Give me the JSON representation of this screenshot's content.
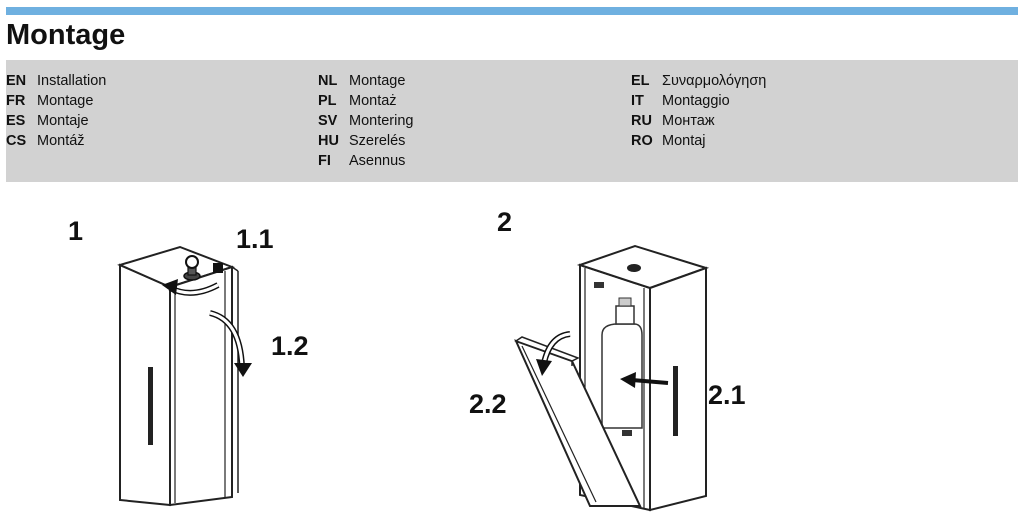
{
  "title": "Montage",
  "languages": [
    [
      {
        "code": "EN",
        "label": "Installation"
      },
      {
        "code": "FR",
        "label": "Montage"
      },
      {
        "code": "ES",
        "label": "Montaje"
      },
      {
        "code": "CS",
        "label": "Montáž"
      }
    ],
    [
      {
        "code": "NL",
        "label": "Montage"
      },
      {
        "code": "PL",
        "label": "Montaż"
      },
      {
        "code": "SV",
        "label": "Montering"
      },
      {
        "code": "HU",
        "label": "Szerelés"
      },
      {
        "code": "FI",
        "label": "Asennus"
      }
    ],
    [
      {
        "code": "EL",
        "label": "Συναρμολόγηση"
      },
      {
        "code": "IT",
        "label": "Montaggio"
      },
      {
        "code": "RU",
        "label": "Монтаж"
      },
      {
        "code": "RO",
        "label": "Montaj"
      }
    ]
  ],
  "steps": {
    "step1": {
      "number": "1",
      "sub1": "1.1",
      "sub2": "1.2"
    },
    "step2": {
      "number": "2",
      "sub1": "2.1",
      "sub2": "2.2"
    }
  },
  "colors": {
    "accent_bar": "#6fb0e0",
    "panel": "#d2d2d2"
  }
}
